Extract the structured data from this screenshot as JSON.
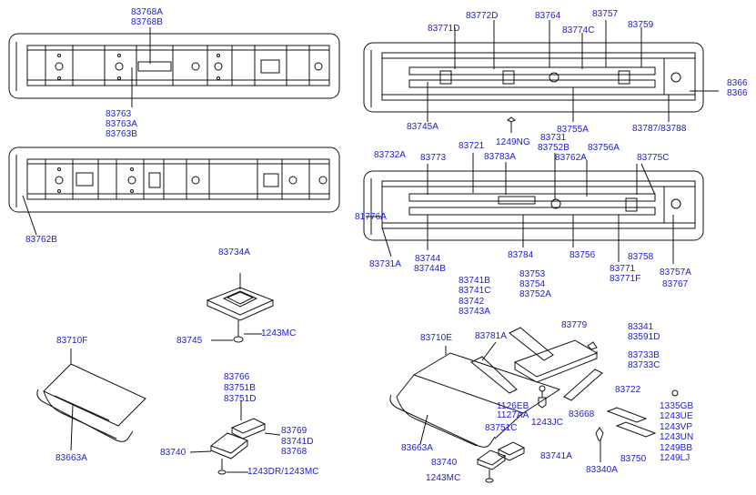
{
  "labels": {
    "l83768A": "83768A",
    "l83768B": "83768B",
    "l83763": "83763",
    "l83763A": "83763A",
    "l83763B": "83763B",
    "l83762B": "83762B",
    "l83771D": "83771D",
    "l83772D": "83772D",
    "l83764": "83764",
    "l83757": "83757",
    "l83774C": "83774C",
    "l83759": "83759",
    "l83660a": "8366",
    "l83660b": "8366",
    "l83745A": "83745A",
    "l1249NG": "1249NG",
    "l83755A": "83755A",
    "l83787": "83787/83788",
    "l83732A": "83732A",
    "l83773": "83773",
    "l83721": "83721",
    "l83731": "83731",
    "l83752B": "83752B",
    "l83783A": "83783A",
    "l83756A": "83756A",
    "l83762A": "83762A",
    "l83775C": "83775C",
    "l81776A": "81776A",
    "l83744": "83744",
    "l83744B": "83744B",
    "l83784": "83784",
    "l83756": "83756",
    "l83758": "83758",
    "l83771": "83771",
    "l83771F": "83771F",
    "l83757A": "83757A",
    "l83767": "83767",
    "l83731A": "83731A",
    "l83734A": "83734A",
    "l83745": "83745",
    "l1243MC": "1243MC",
    "l83741B": "83741B",
    "l83741C": "83741C",
    "l83742": "83742",
    "l83743A": "83743A",
    "l83753": "83753",
    "l83754": "83754",
    "l83752A": "83752A",
    "l83779": "83779",
    "l83341": "83341",
    "l83591D": "83591D",
    "l83733B": "83733B",
    "l83733C": "83733C",
    "l83710F": "83710F",
    "l83710E": "83710E",
    "l83781A": "83781A",
    "l83766": "83766",
    "l83751B": "83751B",
    "l83751D": "83751D",
    "l1126EB": "1126EB",
    "l1127AA": "1127AA",
    "l1243JC": "1243JC",
    "l83668": "83668",
    "l83722": "83722",
    "l1335GB": "1335GB",
    "l1243UE": "1243UE",
    "l1243VP": "1243VP",
    "l1243UN": "1243UN",
    "l1249BB": "1249BB",
    "l1249LJ": "1249LJ",
    "l83769": "83769",
    "l83741D": "83741D",
    "l83768": "83768",
    "l83740a": "83740",
    "l1243DR": "1243DR/1243MC",
    "l83663Aa": "83663A",
    "l83663Ab": "83663A",
    "l83751C": "83751C",
    "l83740b": "83740",
    "l83741A": "83741A",
    "l1243MCb": "1243MC",
    "l83750": "83750",
    "l83340A": "83340A"
  }
}
